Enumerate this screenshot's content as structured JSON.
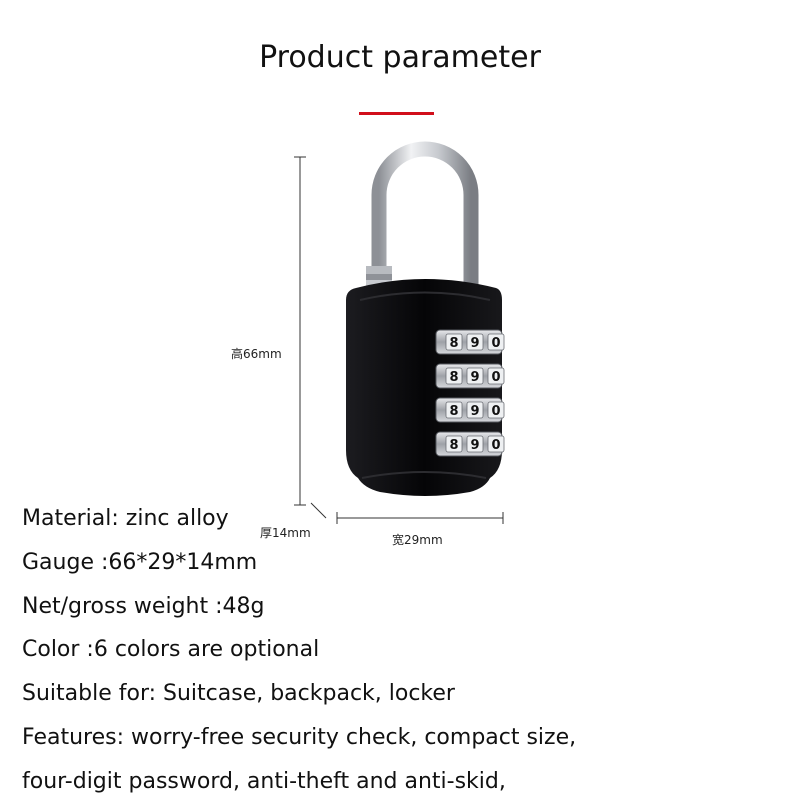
{
  "header": {
    "title": "Product parameter",
    "accent_color": "#d10f1b"
  },
  "dimensions": {
    "height_label": "高66mm",
    "thickness_label": "厚14mm",
    "width_label": "宽29mm"
  },
  "dials": [
    "8",
    "9",
    "0"
  ],
  "specs": [
    "Material: zinc alloy",
    "Gauge :66*29*14mm",
    "Net/gross weight :48g",
    "Color :6 colors are optional",
    "Suitable for: Suitcase, backpack, locker",
    "Features: worry-free security check, compact size,",
    "four-digit password, anti-theft and anti-skid,"
  ],
  "colors": {
    "lock_body": "#0b0b0d",
    "shackle": "#c9ccd1",
    "dial": "#b9bcc2"
  }
}
